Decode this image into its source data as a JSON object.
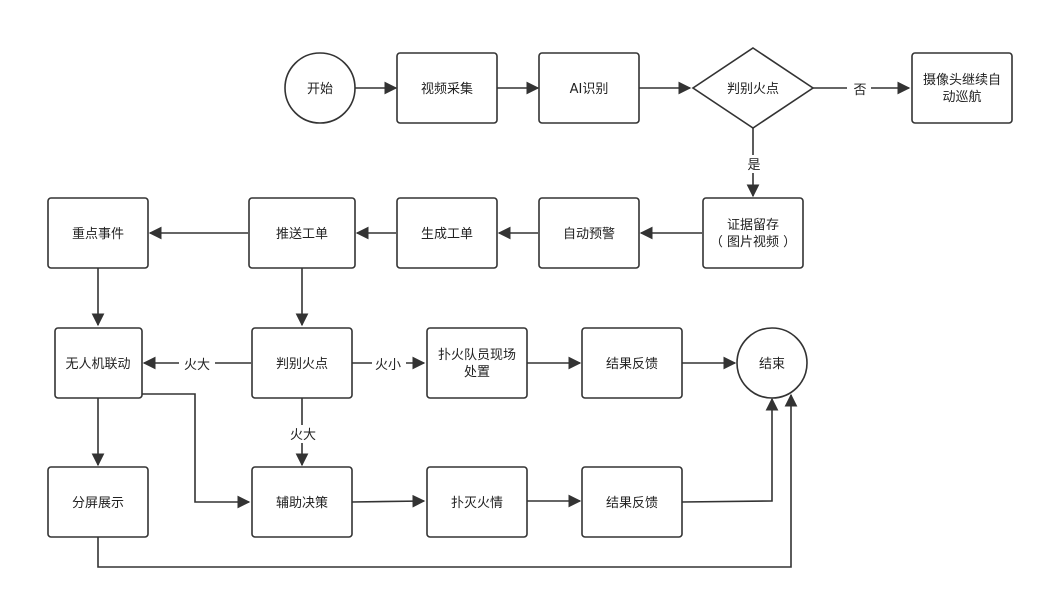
{
  "diagram": {
    "nodes": {
      "start": "开始",
      "capture": "视频采集",
      "ai": "AI识别",
      "judge1": "判别火点",
      "cruise": [
        "摄像头继续自",
        "动巡航"
      ],
      "evidence": [
        "证据留存",
        "（ 图片视频 ）"
      ],
      "warn": "自动预警",
      "gen": "生成工单",
      "push": "推送工单",
      "key": "重点事件",
      "uav": "无人机联动",
      "judge2": "判别火点",
      "team": [
        "扑火队员现场",
        "处置"
      ],
      "fb1": "结果反馈",
      "end": "结束",
      "split": "分屏展示",
      "assist": "辅助决策",
      "extinguish": "扑灭火情",
      "fb2": "结果反馈"
    },
    "edge_labels": {
      "no": "否",
      "yes": "是",
      "big_left": "火大",
      "small": "火小",
      "big_down": "火大"
    }
  }
}
